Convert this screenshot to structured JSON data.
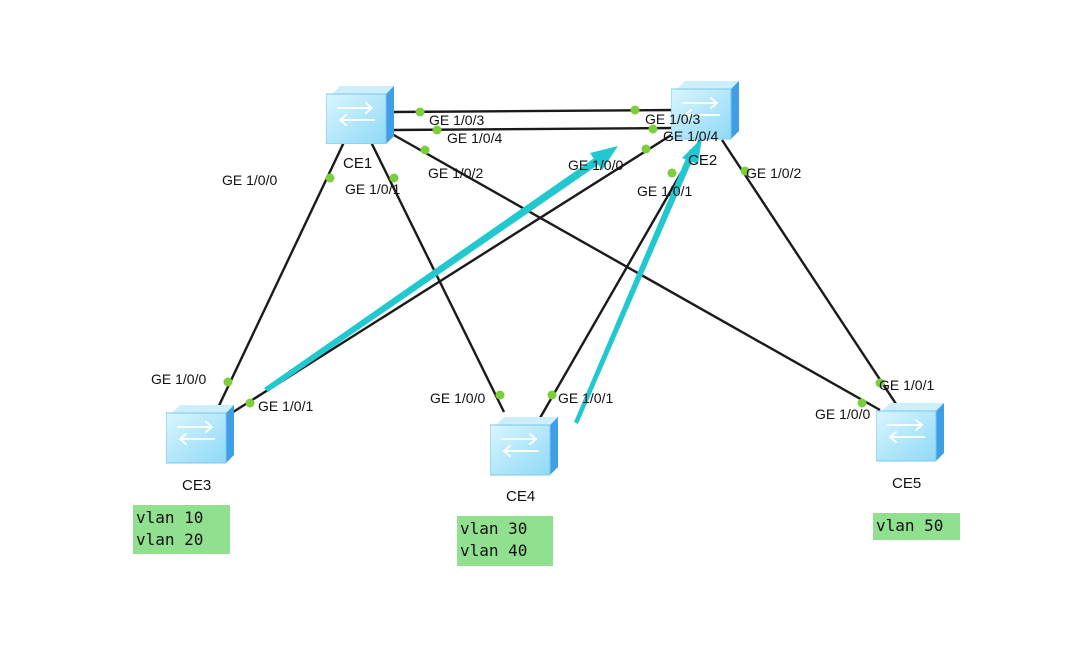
{
  "colors": {
    "link": "#1a1a1a",
    "port_dot": "#7ccf3a",
    "arrow": "#22c8d0",
    "vlan_bg": "#90e08f",
    "switch_face": "#aee8ff",
    "switch_side": "#3e9fe6"
  },
  "devices": [
    {
      "id": "CE1",
      "label": "CE1",
      "icon": "switch-icon"
    },
    {
      "id": "CE2",
      "label": "CE2",
      "icon": "switch-icon"
    },
    {
      "id": "CE3",
      "label": "CE3",
      "icon": "switch-icon"
    },
    {
      "id": "CE4",
      "label": "CE4",
      "icon": "switch-icon"
    },
    {
      "id": "CE5",
      "label": "CE5",
      "icon": "switch-icon"
    }
  ],
  "links": [
    {
      "from": "CE1",
      "from_port": "GE 1/0/3",
      "to": "CE2",
      "to_port": "GE 1/0/3"
    },
    {
      "from": "CE1",
      "from_port": "GE 1/0/4",
      "to": "CE2",
      "to_port": "GE 1/0/4"
    },
    {
      "from": "CE1",
      "from_port": "GE 1/0/0",
      "to": "CE3",
      "to_port": "GE 1/0/0"
    },
    {
      "from": "CE1",
      "from_port": "GE 1/0/1",
      "to": "CE4",
      "to_port": "GE 1/0/0"
    },
    {
      "from": "CE1",
      "from_port": "GE 1/0/2",
      "to": "CE5",
      "to_port": "GE 1/0/0"
    },
    {
      "from": "CE2",
      "from_port": "GE 1/0/0",
      "to": "CE3",
      "to_port": "GE 1/0/1"
    },
    {
      "from": "CE2",
      "from_port": "GE 1/0/1",
      "to": "CE4",
      "to_port": "GE 1/0/1"
    },
    {
      "from": "CE2",
      "from_port": "GE 1/0/2",
      "to": "CE5",
      "to_port": "GE 1/0/1"
    }
  ],
  "vlan_groups": [
    {
      "device": "CE3",
      "lines": [
        "vlan 10",
        "vlan 20"
      ]
    },
    {
      "device": "CE4",
      "lines": [
        "vlan 30",
        "vlan 40"
      ]
    },
    {
      "device": "CE5",
      "lines": [
        "vlan 50"
      ]
    }
  ]
}
